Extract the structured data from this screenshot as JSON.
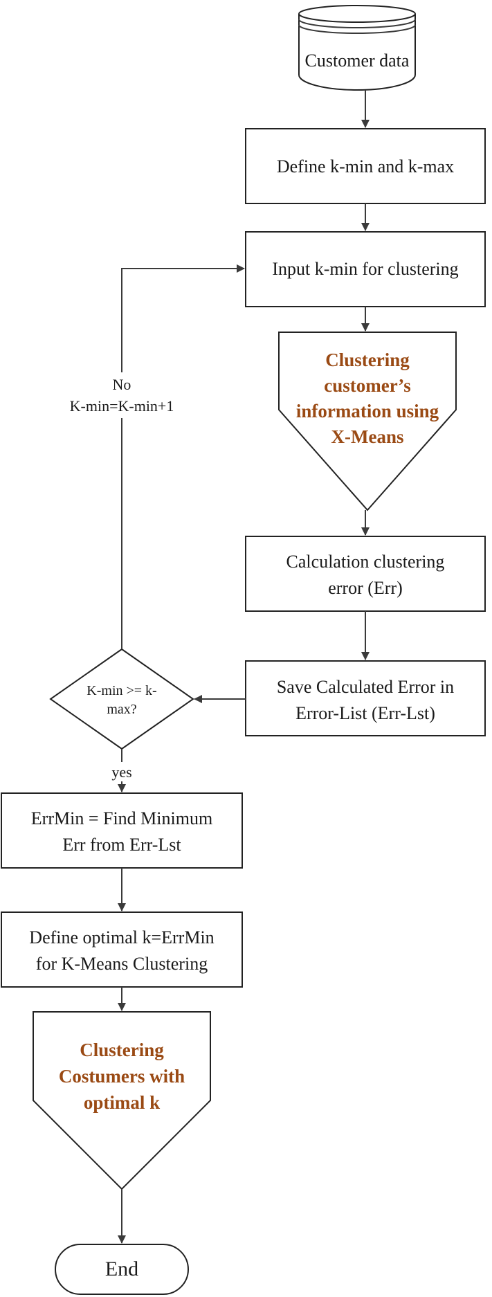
{
  "nodes": {
    "customer_data": "Customer data",
    "define_k": "Define k-min and k-max",
    "input_kmin": "Input k-min for clustering",
    "clustering_xmeans": [
      "Clustering",
      "customer’s",
      "information using",
      "X-Means"
    ],
    "calc_error": [
      "Calculation clustering",
      "error (Err)"
    ],
    "save_error": [
      "Save Calculated Error in",
      "Error-List (Err-Lst)"
    ],
    "decision": [
      "K-min >= k-",
      "max?"
    ],
    "errmin": [
      "ErrMin = Find Minimum",
      "Err from Err-Lst"
    ],
    "define_optimal": [
      "Define optimal k=ErrMin",
      "for K-Means Clustering"
    ],
    "clustering_optimal": [
      "Clustering",
      "Costumers with",
      "optimal k"
    ],
    "end": "End"
  },
  "edges": {
    "no_label": "No",
    "no_update": "K-min=K-min+1",
    "yes_label": "yes"
  },
  "colors": {
    "emphasis_text": "#9a4a14",
    "stroke": "#222222",
    "arrow": "#3a3a3a"
  }
}
